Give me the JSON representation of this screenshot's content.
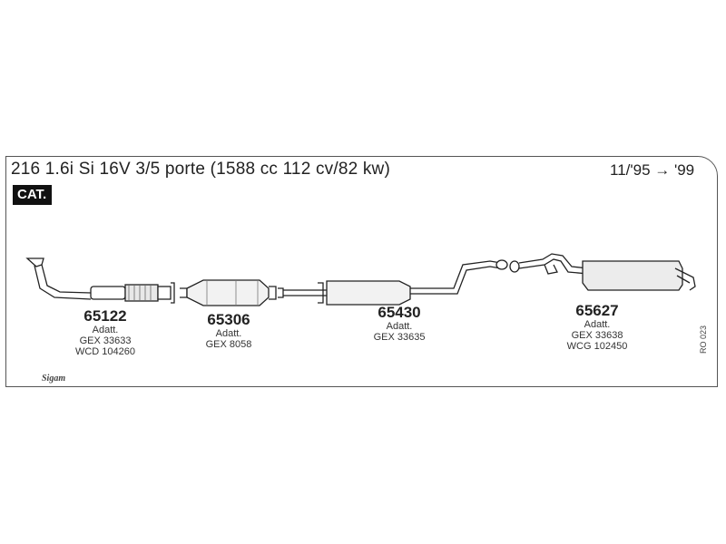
{
  "header": {
    "title": "216 1.6i Si 16V 3/5 porte (1588 cc 112 cv/82 kw)",
    "years": "11/'95 → '99",
    "badge": "CAT."
  },
  "parts": [
    {
      "code": "65122",
      "lines": [
        "Adatt.",
        "GEX 33633",
        "WCD 104260"
      ]
    },
    {
      "code": "65306",
      "lines": [
        "Adatt.",
        "GEX 8058"
      ]
    },
    {
      "code": "65430",
      "lines": [
        "Adatt.",
        "GEX 33635"
      ]
    },
    {
      "code": "65627",
      "lines": [
        "Adatt.",
        "GEX 33638",
        "WCG 102450"
      ]
    }
  ],
  "reference": "RO 023",
  "logo_text": "Sigam"
}
